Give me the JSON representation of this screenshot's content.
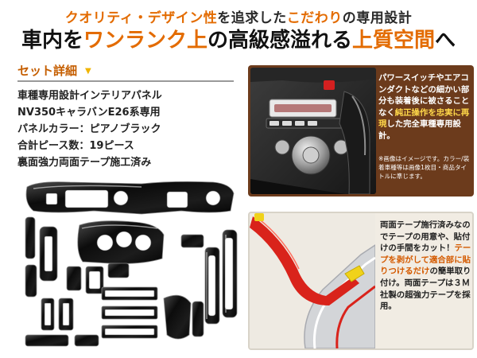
{
  "headline": {
    "line1_a": "クオリティ・デザイン性",
    "line1_b": "を追求した",
    "line1_c": "こだわり",
    "line1_d": "の専用設計",
    "line2_a": "車内を",
    "line2_b": "ワンランク上",
    "line2_c": "の高級感溢れる",
    "line2_d": "上質空間",
    "line2_e": "へ"
  },
  "set_details": {
    "title": "セット詳細",
    "items": [
      "車種専用設計インテリアパネル",
      "NV350キャラバンE26系専用",
      "パネルカラー：ピアノブラック",
      "合計ピース数：19ピース",
      "裏面強力両面テープ施工済み"
    ]
  },
  "panel_top": {
    "text_a": "パワースイッチやエアコンダクトなどの細かい部分も装着後に被さることなく",
    "text_b": "純正操作を忠実に再現",
    "text_c": "した完全車種専用設計。",
    "note": "※画像はイメージです。カラー/装着車種等は画像1枚目・商品タイトルに準じます。"
  },
  "panel_bottom": {
    "text_a": "両面テープ施行済みなのでテープの用意や、貼付けの手間をカット！",
    "text_b": "テープを剥がして適合部に貼りつけるだけ",
    "text_c": "の簡単取り付け。両面テープは３Ｍ社製の超強力テープを採用。"
  },
  "colors": {
    "accent_orange": "#e36b00",
    "panel_brown": "#6c3b1c",
    "highlight_yellow": "#ffd84a",
    "piano_black": "#111111"
  }
}
